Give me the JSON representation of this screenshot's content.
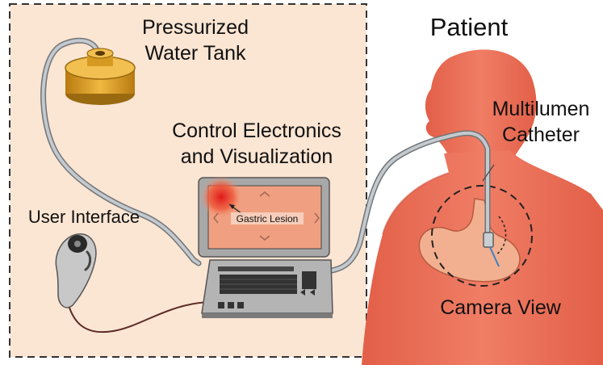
{
  "labels": {
    "tank_line1": "Pressurized",
    "tank_line2": "Water Tank",
    "control_line1": "Control Electronics",
    "control_line2": "and Visualization",
    "user_interface": "User Interface",
    "patient": "Patient",
    "catheter_line1": "Multilumen",
    "catheter_line2": "Catheter",
    "camera_view": "Camera View",
    "screen_label": "Gastric Lesion"
  },
  "colors": {
    "panel_fill": "#fbe5d3",
    "panel_border": "#333333",
    "tank": "#e0a22a",
    "tube": "#b8bec4",
    "body": "#e8705a",
    "stomach": "#f2b090",
    "screen": "#f0a080",
    "lesion": "#e02020",
    "laptop": "#9a9a9a",
    "guide_line": "#3a82c8"
  }
}
